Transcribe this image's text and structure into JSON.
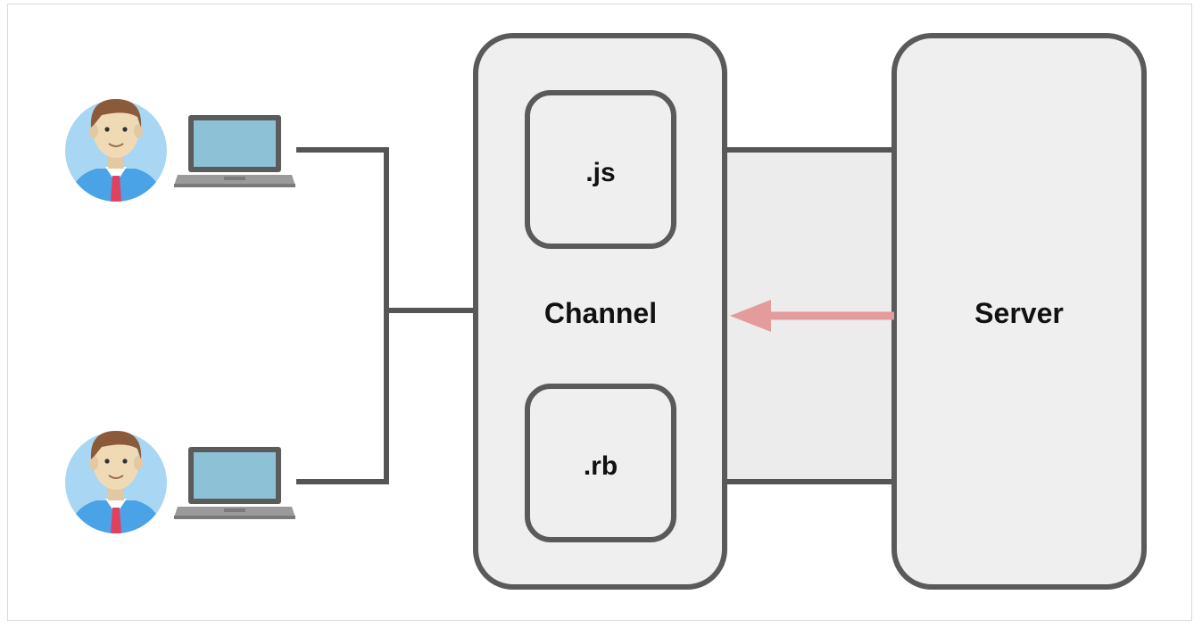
{
  "diagram": {
    "channel": {
      "label": "Channel",
      "files": [
        ".js",
        ".rb"
      ]
    },
    "server": {
      "label": "Server"
    },
    "clients": [
      {
        "avatar_icon": "user-avatar-icon",
        "device_icon": "laptop-icon"
      },
      {
        "avatar_icon": "user-avatar-icon",
        "device_icon": "laptop-icon"
      }
    ],
    "colors": {
      "box_fill": "#efefef",
      "box_stroke": "#5a5a5a",
      "connector": "#555555",
      "arrow": "#e39b9b",
      "avatar_bg": "#a9d7f3",
      "shirt": "#4aa3e6",
      "tie": "#e0415e",
      "laptop_screen": "#8cc1d6"
    }
  }
}
